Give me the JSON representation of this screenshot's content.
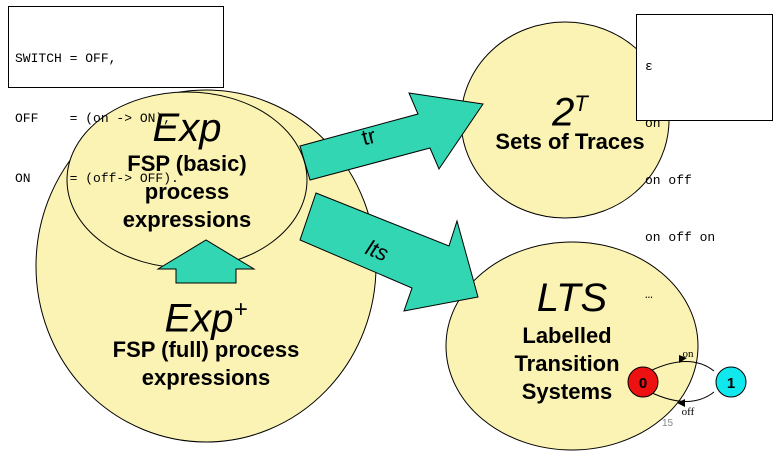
{
  "colors": {
    "bubble_fill": "#fbf3b3",
    "arrow_fill": "#33d6b3",
    "state0_fill": "#ee1111",
    "state1_fill": "#11e8ee",
    "stroke": "#000000"
  },
  "code_left": {
    "lines": [
      "SWITCH = OFF,",
      "OFF    = (on -> ON),",
      "ON     = (off-> OFF)."
    ]
  },
  "code_right": {
    "lines": [
      "ε",
      "on",
      "on off",
      "on off on",
      "…"
    ]
  },
  "exp_basic": {
    "title": "Exp",
    "desc_line1": "FSP (basic)",
    "desc_line2": "process",
    "desc_line3": "expressions"
  },
  "exp_full": {
    "title": "Exp",
    "title_sup": "+",
    "desc_line1": "FSP (full) process",
    "desc_line2": "expressions"
  },
  "traces": {
    "title": "2",
    "title_sup": "T",
    "desc": "Sets of Traces"
  },
  "lts": {
    "title": "LTS",
    "desc_line1": "Labelled",
    "desc_line2": "Transition",
    "desc_line3": "Systems"
  },
  "arrows": {
    "tr": "tr",
    "lts": "lts"
  },
  "state_machine": {
    "state0": "0",
    "state1": "1",
    "edge_on": "on",
    "edge_off": "off"
  },
  "page_number": "15"
}
